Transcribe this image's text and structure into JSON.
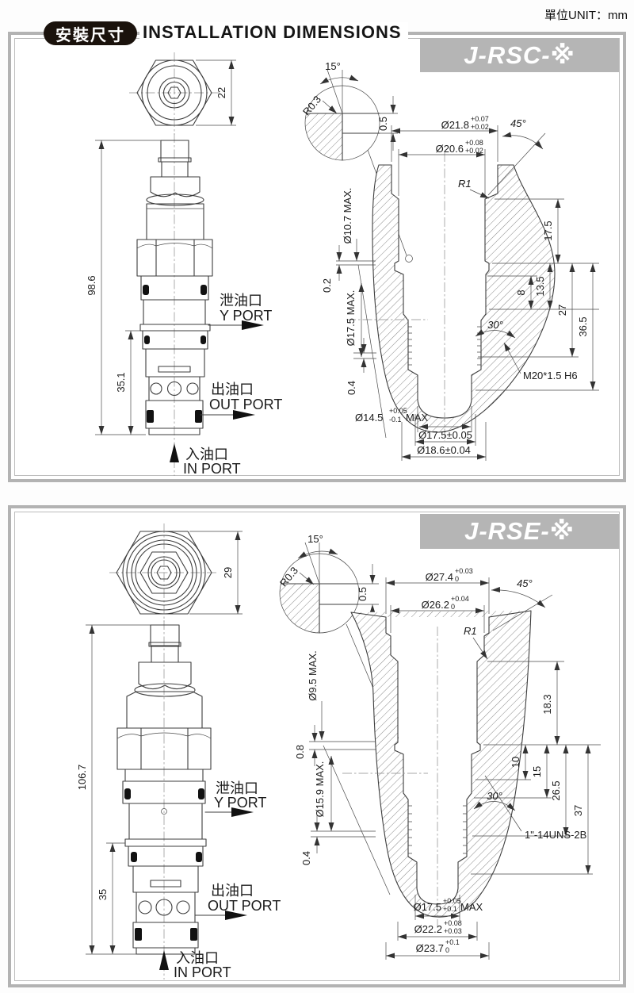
{
  "header": {
    "badge": "安裝尺寸",
    "title": "INSTALLATION DIMENSIONS",
    "unit": "單位UNIT：mm"
  },
  "p1": {
    "model": "J-RSC-※",
    "hex_across": "22",
    "overall_len": "98.6",
    "lower_len": "35.1",
    "y_port_cn": "泄油口",
    "y_port_en": "Y PORT",
    "out_port_cn": "出油口",
    "out_port_en": "OUT PORT",
    "in_port_cn": "入油口",
    "in_port_en": "IN PORT",
    "detail_angle": "15°",
    "detail_radius": "R0.3",
    "detail_step": "0.5",
    "bore1_d": "Ø21.8",
    "bore1_tu": "+0.07",
    "bore1_tl": "+0.02",
    "bore2_d": "Ø20.6",
    "bore2_tu": "+0.08",
    "bore2_tl": "+0.02",
    "chamfer_angle": "45°",
    "corner_r": "R1",
    "port_drill": "Ø10.7 MAX.",
    "depth_175": "17.5",
    "step_02": "0.2",
    "dia_max": "Ø17.5 MAX.",
    "step_04": "0.4",
    "d8": "8",
    "d13_5": "13.5",
    "d27": "27",
    "d36_5": "36.5",
    "lead_angle": "30°",
    "thread": "M20*1.5 H6",
    "pilot_d": "Ø14.5",
    "pilot_tu": "+0.05",
    "pilot_tl": "-0.1",
    "pilot_suffix": "MAX",
    "seat_d": "Ø17.5±0.05",
    "outer_d": "Ø18.6±0.04"
  },
  "p2": {
    "model": "J-RSE-※",
    "hex_across": "29",
    "overall_len": "106.7",
    "lower_len": "35",
    "y_port_cn": "泄油口",
    "y_port_en": "Y PORT",
    "out_port_cn": "出油口",
    "out_port_en": "OUT PORT",
    "in_port_cn": "入油口",
    "in_port_en": "IN PORT",
    "detail_angle": "15°",
    "detail_radius": "R0.3",
    "detail_step": "0.5",
    "bore1_d": "Ø27.4",
    "bore1_tu": "+0.03",
    "bore1_tl": "0",
    "bore2_d": "Ø26.2",
    "bore2_tu": "+0.04",
    "bore2_tl": "0",
    "chamfer_angle": "45°",
    "corner_r": "R1",
    "port_drill": "Ø9.5 MAX.",
    "depth_183": "18.3",
    "step_08": "0.8",
    "dia_max": "Ø15.9 MAX.",
    "step_04": "0.4",
    "d10": "10",
    "d15": "15",
    "d26_5": "26.5",
    "d37": "37",
    "lead_angle": "30°",
    "thread": "1\"-14UNS-2B",
    "pilot_d": "Ø17.5",
    "pilot_tu": "+0.05",
    "pilot_tl": "+0.1",
    "pilot_suffix": "MAX",
    "seat_d": "Ø22.2",
    "seat_tu": "+0.08",
    "seat_tl": "+0.03",
    "outer_d": "Ø23.7",
    "outer_tu": "+0.1",
    "outer_tl": "0"
  }
}
